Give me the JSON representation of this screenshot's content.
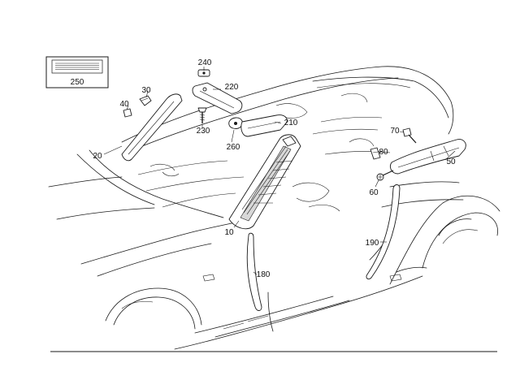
{
  "callouts": {
    "c250": "250",
    "c240": "240",
    "c220": "220",
    "c30": "30",
    "c40": "40",
    "c230": "230",
    "c210": "210",
    "c260": "260",
    "c20": "20",
    "c70": "70",
    "c80": "80",
    "c50": "50",
    "c60": "60",
    "c10": "10",
    "c180": "180",
    "c190": "190"
  }
}
